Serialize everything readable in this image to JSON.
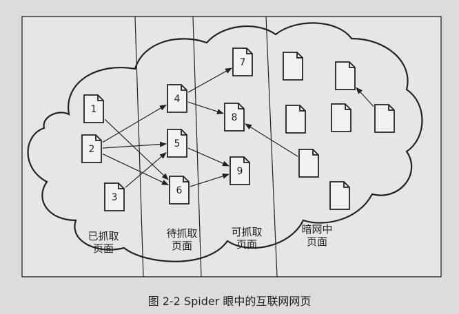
{
  "zones": [
    {
      "id": "crawled",
      "lines": [
        "已抓取",
        "页面"
      ]
    },
    {
      "id": "to-crawl",
      "lines": [
        "待抓取",
        "页面"
      ]
    },
    {
      "id": "crawlable",
      "lines": [
        "可抓取",
        "页面"
      ]
    },
    {
      "id": "dark-web",
      "lines": [
        "暗网中",
        "页面"
      ]
    }
  ],
  "nodes": [
    {
      "id": "p1",
      "label": "1"
    },
    {
      "id": "p2",
      "label": "2"
    },
    {
      "id": "p3",
      "label": "3"
    },
    {
      "id": "p4",
      "label": "4"
    },
    {
      "id": "p5",
      "label": "5"
    },
    {
      "id": "p6",
      "label": "6"
    },
    {
      "id": "p7",
      "label": "7"
    },
    {
      "id": "p8",
      "label": "8"
    },
    {
      "id": "p9",
      "label": "9"
    },
    {
      "id": "d1",
      "label": ""
    },
    {
      "id": "d2",
      "label": ""
    },
    {
      "id": "d3",
      "label": ""
    },
    {
      "id": "d4",
      "label": ""
    },
    {
      "id": "d5",
      "label": ""
    },
    {
      "id": "d6",
      "label": ""
    },
    {
      "id": "d7",
      "label": ""
    },
    {
      "id": "d8",
      "label": ""
    }
  ],
  "edges": [
    {
      "from": "p1",
      "to": "p6"
    },
    {
      "from": "p2",
      "to": "p4"
    },
    {
      "from": "p2",
      "to": "p5"
    },
    {
      "from": "p2",
      "to": "p6"
    },
    {
      "from": "p3",
      "to": "p5"
    },
    {
      "from": "p4",
      "to": "p7"
    },
    {
      "from": "p4",
      "to": "p8"
    },
    {
      "from": "p5",
      "to": "p9"
    },
    {
      "from": "p6",
      "to": "p9"
    },
    {
      "from": "d4",
      "to": "p8"
    },
    {
      "from": "d8",
      "to": "d2"
    }
  ],
  "caption": "图 2-2   Spider 眼中的互联网网页"
}
